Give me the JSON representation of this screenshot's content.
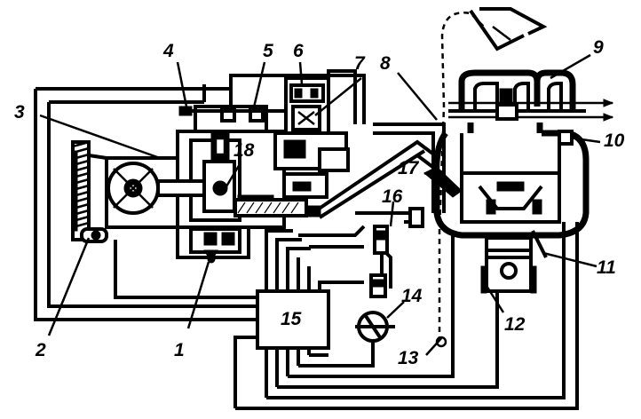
{
  "callouts": [
    {
      "id": "c1",
      "text": "1"
    },
    {
      "id": "c2",
      "text": "2"
    },
    {
      "id": "c3",
      "text": "3"
    },
    {
      "id": "c4",
      "text": "4"
    },
    {
      "id": "c5",
      "text": "5"
    },
    {
      "id": "c6",
      "text": "6"
    },
    {
      "id": "c7",
      "text": "7"
    },
    {
      "id": "c8",
      "text": "8"
    },
    {
      "id": "c9",
      "text": "9"
    },
    {
      "id": "c10",
      "text": "10"
    },
    {
      "id": "c11",
      "text": "11"
    },
    {
      "id": "c12",
      "text": "12"
    },
    {
      "id": "c13",
      "text": "13"
    },
    {
      "id": "c14",
      "text": "14"
    },
    {
      "id": "c15",
      "text": "15"
    },
    {
      "id": "c16",
      "text": "16"
    },
    {
      "id": "c17",
      "text": "17"
    },
    {
      "id": "c18",
      "text": "18"
    }
  ],
  "colors": {
    "ink": "#000000",
    "paper": "#ffffff"
  }
}
